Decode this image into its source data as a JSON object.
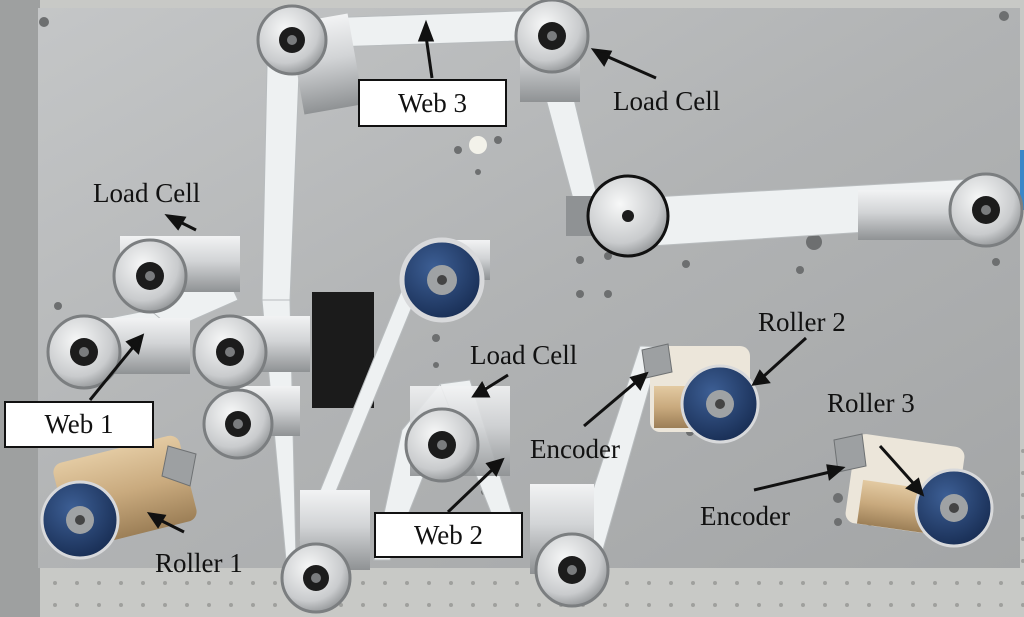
{
  "labels": {
    "web3": "Web 3",
    "load_cell_top": "Load Cell",
    "load_cell_left": "Load Cell",
    "load_cell_mid": "Load Cell",
    "web1": "Web 1",
    "roller1": "Roller 1",
    "web2": "Web 2",
    "encoder_mid": "Encoder",
    "roller2": "Roller 2",
    "roller3": "Roller 3",
    "encoder_right": "Encoder"
  },
  "colors": {
    "background": "#ffffff",
    "panel": "#b6b8b8",
    "table": "#c8c9c6",
    "web": "#eef1f2",
    "roller_body": "#d7d9da",
    "core": "#1c1c1c",
    "encoder_blue": "#24406e",
    "tape_tan": "#c9aa7e",
    "annotation": "#111111"
  }
}
